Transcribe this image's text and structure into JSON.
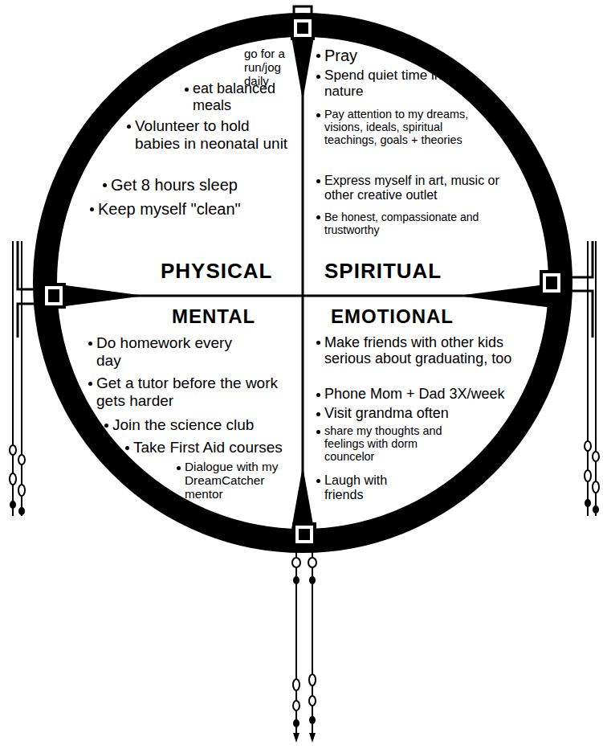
{
  "diagram": {
    "nodes": [
      {
        "text": [
          "go for a run/jog daily",
          "eat balanced meals",
          "Volunteer to hold babies in neonatal unit",
          "Get 8 hours sleep",
          "Keep myself \"clean\"",
          "PHYSICAL"
        ]
      },
      {
        "text": [
          "Pray",
          "Spend quiet time in nature",
          "Pay attention to my dreams, visions, ideals, spiritual teachings, goals + theories",
          "Express myself in art, music or other creative outlet",
          "Be honest, compassionate and trustworthy",
          "SPIRITUAL"
        ]
      },
      {
        "text": [
          "MENTAL",
          "Do homework every day",
          "Get a tutor before the work gets harder",
          "Join the science club",
          "Take First Aid courses",
          "Dialogue with my DreamCatcher mentor"
        ]
      },
      {
        "text": [
          "EMOTIONAL",
          "Make friends with other kids serious about graduating, too",
          "Phone Mom + Dad 3X/week",
          "Visit grandma often",
          "share my thoughts and feelings with dorm councelor",
          "Laugh with friends"
        ]
      }
    ]
  }
}
